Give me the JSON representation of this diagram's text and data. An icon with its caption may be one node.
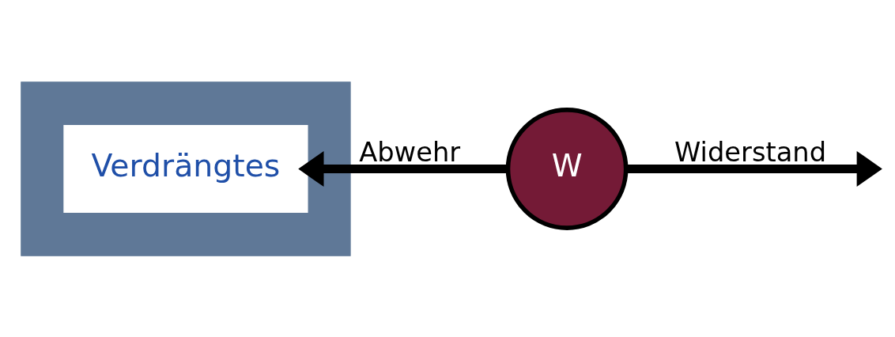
{
  "diagram": {
    "nodes": [
      {
        "text": [],
        "shape": "box"
      },
      {
        "text": [
          "Verdrängtes"
        ],
        "in": 0
      },
      {
        "text": [
          "W"
        ]
      }
    ],
    "edges": [
      {
        "from": 2,
        "to": 1,
        "arrow": "to",
        "label": "Abwehr"
      },
      {
        "from": 2,
        "to": null,
        "arrow": "to",
        "label": "Widerstand"
      }
    ]
  }
}
